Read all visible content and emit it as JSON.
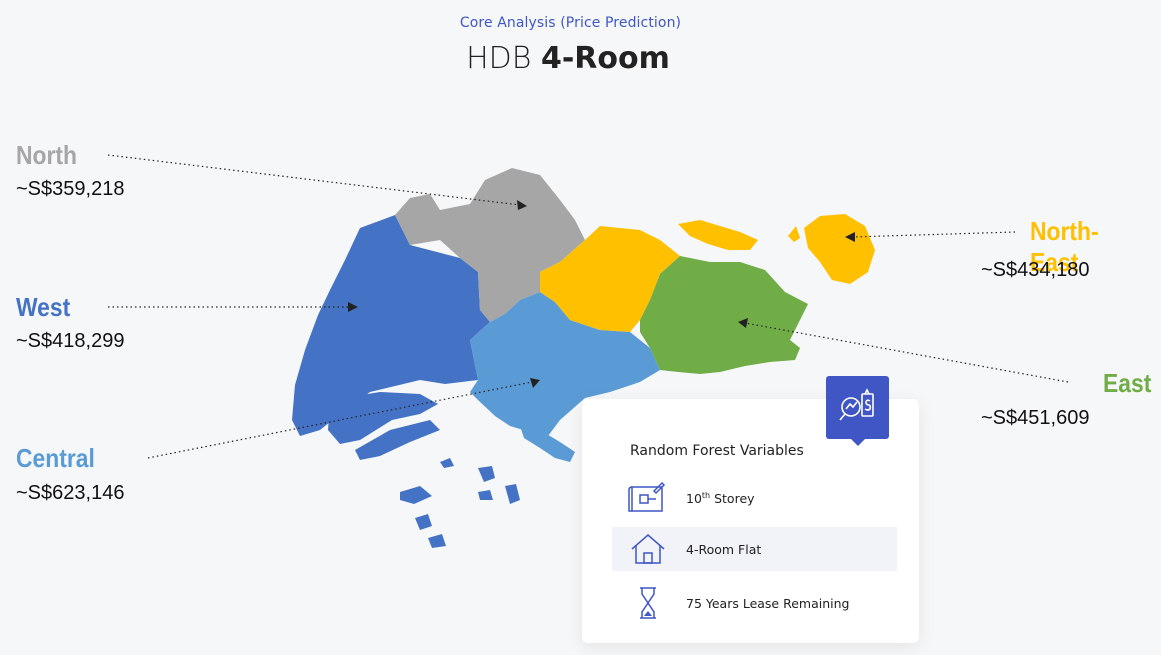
{
  "header": {
    "subtitle": "Core Analysis (Price Prediction)",
    "title_prefix": "HDB",
    "title_bold": "4-Room"
  },
  "regions": {
    "north": {
      "name": "North",
      "price": "~S$359,218",
      "color": "#a6a6a6"
    },
    "west": {
      "name": "West",
      "price": "~S$418,299",
      "color": "#4472c4"
    },
    "central": {
      "name": "Central",
      "price": "~S$623,146",
      "color": "#5b9bd5"
    },
    "north_east": {
      "name": "North-East",
      "price": "~S$434,180",
      "color": "#ffc000"
    },
    "east": {
      "name": "East",
      "price": "~S$451,609",
      "color": "#70ad47"
    }
  },
  "card": {
    "title": "Random Forest Variables",
    "items": [
      {
        "icon": "blueprint-icon",
        "label": "10",
        "suffix": "th",
        "label_rest": " Storey"
      },
      {
        "icon": "house-icon",
        "label": "4-Room Flat"
      },
      {
        "icon": "hourglass-icon",
        "label": "75 Years Lease Remaining"
      }
    ]
  }
}
